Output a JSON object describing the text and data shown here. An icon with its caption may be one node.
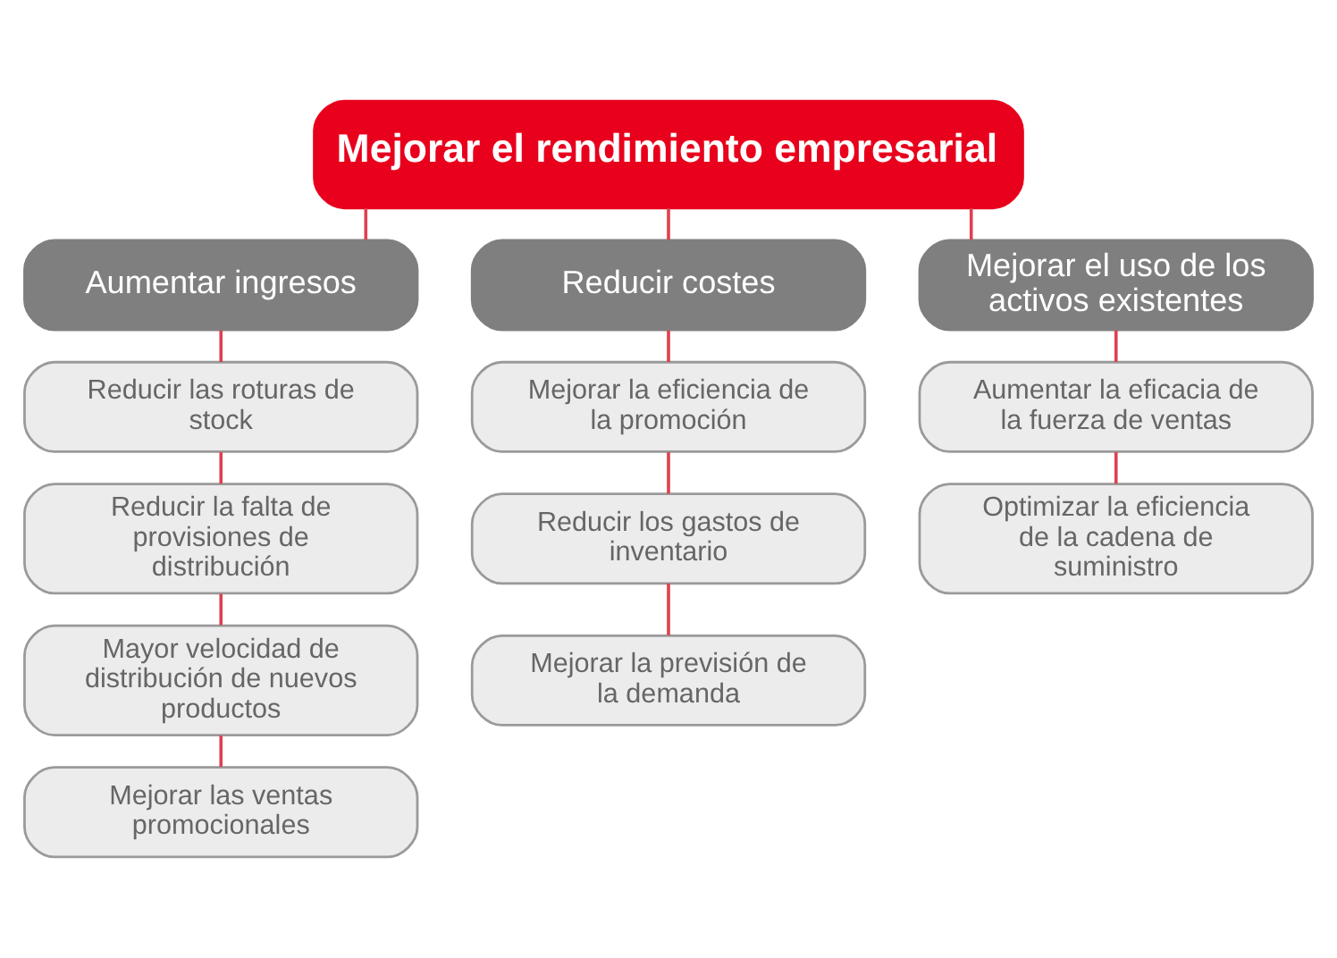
{
  "diagram": {
    "nodes": [
      {
        "text": [
          "Mejorar el rendimiento empresarial"
        ]
      },
      {
        "text": [
          "Aumentar ingresos"
        ]
      },
      {
        "text": [
          "Reducir costes"
        ]
      },
      {
        "text": [
          "Mejorar el uso de los activos existentes"
        ]
      },
      {
        "text": [
          "Reducir las roturas de stock"
        ]
      },
      {
        "text": [
          "Reducir la falta de provisiones de distribución"
        ]
      },
      {
        "text": [
          "Mayor velocidad de distribución de nuevos productos"
        ]
      },
      {
        "text": [
          "Mejorar las ventas promocionales"
        ]
      },
      {
        "text": [
          "Mejorar la eficiencia de la promoción"
        ]
      },
      {
        "text": [
          "Reducir los gastos de inventario"
        ]
      },
      {
        "text": [
          "Mejorar la previsión de la demanda"
        ]
      },
      {
        "text": [
          "Aumentar la eficacia de la fuerza de ventas"
        ]
      },
      {
        "text": [
          "Optimizar la eficiencia de la cadena de suministro"
        ]
      }
    ],
    "edges": [
      {
        "from": 0,
        "to": 1,
        "arrow": "none"
      },
      {
        "from": 0,
        "to": 2,
        "arrow": "none"
      },
      {
        "from": 0,
        "to": 3,
        "arrow": "none"
      },
      {
        "from": 1,
        "to": 4,
        "arrow": "none"
      },
      {
        "from": 4,
        "to": 5,
        "arrow": "none"
      },
      {
        "from": 5,
        "to": 6,
        "arrow": "none"
      },
      {
        "from": 6,
        "to": 7,
        "arrow": "none"
      },
      {
        "from": 2,
        "to": 8,
        "arrow": "none"
      },
      {
        "from": 8,
        "to": 9,
        "arrow": "none"
      },
      {
        "from": 9,
        "to": 10,
        "arrow": "none"
      },
      {
        "from": 3,
        "to": 11,
        "arrow": "none"
      },
      {
        "from": 11,
        "to": 12,
        "arrow": "none"
      }
    ]
  }
}
